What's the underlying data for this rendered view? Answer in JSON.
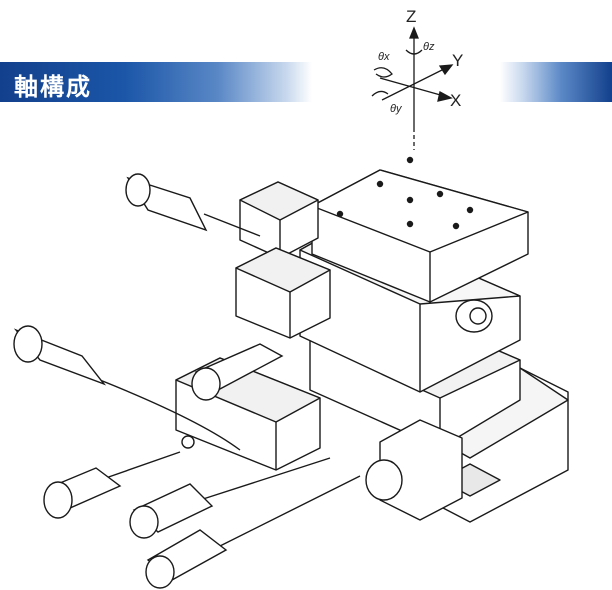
{
  "header": {
    "title": "軸構成"
  },
  "axes": {
    "z": "Z",
    "y": "Y",
    "x": "X",
    "theta_z": "θz",
    "theta_x": "θx",
    "theta_y": "θy"
  },
  "colors": {
    "band_dark": "#13408c",
    "band_mid": "#5a88c6",
    "line": "#1a1a1a"
  }
}
